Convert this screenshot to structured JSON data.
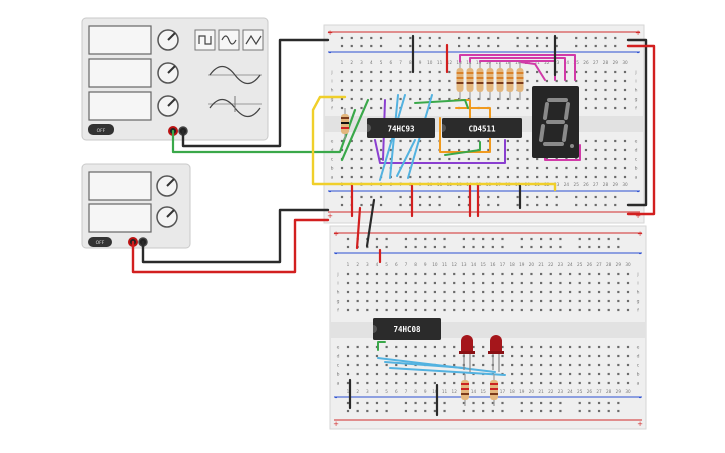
{
  "chips": {
    "counter": "74HC93",
    "decoder": "CD4511",
    "and_gate": "74HC08"
  },
  "instruments": {
    "generator_button": "OFF",
    "power_supply_button": "OFF"
  },
  "breadboard": {
    "plus": "+",
    "minus": "-",
    "columns": [
      "1",
      "2",
      "3",
      "4",
      "5",
      "6",
      "7",
      "8",
      "9",
      "10",
      "11",
      "12",
      "13",
      "14",
      "15",
      "16",
      "17",
      "18",
      "19",
      "20",
      "21",
      "22",
      "23",
      "24",
      "25",
      "26",
      "27",
      "28",
      "29",
      "30"
    ],
    "rows_top": [
      "j",
      "i",
      "h",
      "g",
      "f"
    ],
    "rows_bottom": [
      "e",
      "d",
      "c",
      "b",
      "a"
    ]
  },
  "display": {
    "digit": "8"
  },
  "colors": {
    "board": "#efefef",
    "chip": "#2b2b2b",
    "rail_red": "#d22b2b",
    "rail_blue": "#2b4fd2",
    "wire_black": "#2a2a2a",
    "wire_red": "#d21f1f",
    "wire_green": "#3aa84a",
    "wire_yellow": "#f0cf2a",
    "wire_orange": "#f09a1f",
    "wire_purple": "#8a3fd0",
    "wire_blue": "#53b2e0",
    "wire_magenta": "#d13aa8",
    "led": "#a5161b"
  }
}
